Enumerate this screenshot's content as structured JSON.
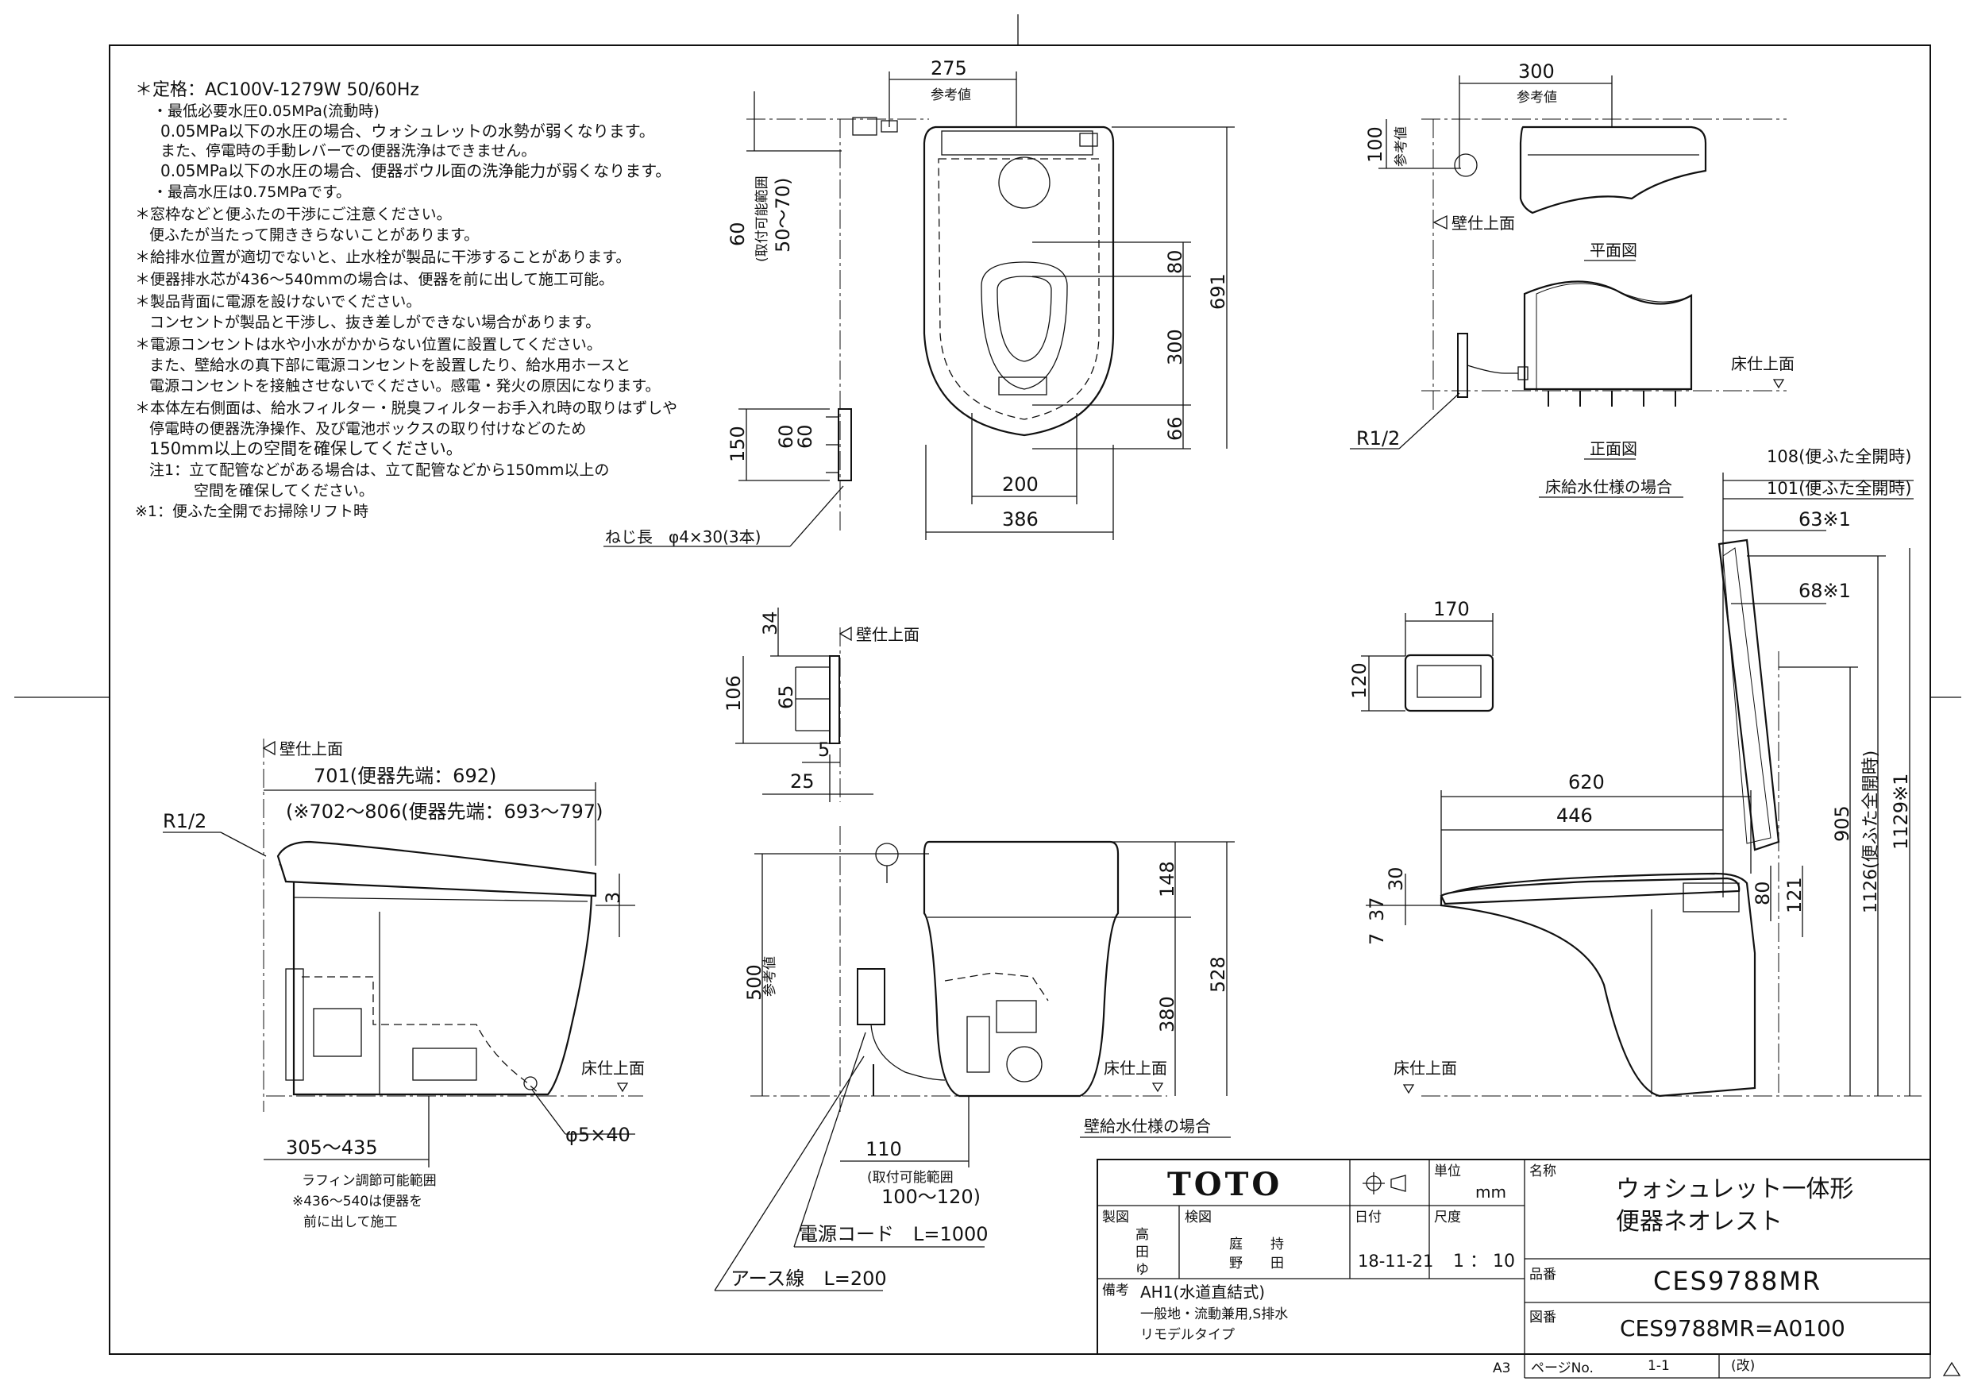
{
  "notes": [
    "＊定格：AC100V-1279W 50/60Hz",
    "・最低必要水圧0.05MPa(流動時)",
    "0.05MPa以下の水圧の場合、ウォシュレットの水勢が弱くなります。",
    "また、停電時の手動レバーでの便器洗浄はできません。",
    "0.05MPa以下の水圧の場合、便器ボウル面の洗浄能力が弱くなります。",
    "・最高水圧は0.75MPaです。",
    "＊窓枠などと便ふたの干渉にご注意ください。",
    "便ふたが当たって開ききらないことがあります。",
    "＊給排水位置が適切でないと、止水栓が製品に干渉することがあります。",
    "＊便器排水芯が436～540mmの場合は、便器を前に出して施工可能。",
    "＊製品背面に電源を設けないでください。",
    "コンセントが製品と干渉し、抜き差しができない場合があります。",
    "＊電源コンセントは水や小水がかからない位置に設置してください。",
    "また、壁給水の真下部に電源コンセントを設置したり、給水用ホースと",
    "電源コンセントを接触させないでください。感電・発火の原因になります。",
    "＊本体左右側面は、給水フィルター・脱臭フィルターお手入れ時の取りはずしや",
    "停電時の便器洗浄操作、及び電池ボックスの取り付けなどのため",
    "150mm以上の空間を確保してください。",
    "注1：立て配管などがある場合は、立て配管などから150mm以上の",
    "空間を確保してください。",
    "※1：便ふた全開でお掃除リフト時"
  ],
  "top_view": {
    "dims": [
      "275",
      "参考値",
      "60",
      "(取付可能範囲",
      "50～70)",
      "80",
      "300",
      "66",
      "691",
      "200",
      "386",
      "150",
      "60",
      "60"
    ],
    "screw_note": "ねじ長　φ4×30(3本)"
  },
  "floor_view": {
    "dims": [
      "300",
      "参考値",
      "100",
      "参考値"
    ],
    "wall_label": "壁仕上面",
    "plan_label": "平面図",
    "front_label": "正面図",
    "floor_label": "床仕上面",
    "pipe_label": "R1/2",
    "caption": "床給水仕様の場合"
  },
  "bracket_view": {
    "dims": [
      "34",
      "106",
      "65",
      "5",
      "25"
    ],
    "wall_label": "壁仕上面"
  },
  "side_view": {
    "wall_label": "壁仕上面",
    "dim_701": "701(便器先端：692)",
    "dim_702": "(※702～806(便器先端：693～797)",
    "pipe_label": "R1/2",
    "dim_3": "3",
    "floor_label": "床仕上面",
    "bolt_label": "φ5×40",
    "dim_305": "305～435",
    "range_note_1": "ラフィン調節可能範囲",
    "range_note_2": "※436～540は便器を",
    "range_note_3": "前に出して施工"
  },
  "front_view": {
    "dims": [
      "148",
      "500",
      "参考値",
      "380",
      "528",
      "110",
      "(取付可能範囲",
      "100～120)"
    ],
    "floor_label": "床仕上面",
    "caption": "壁給水仕様の場合",
    "cord_label": "電源コード　L=1000",
    "earth_label": "アース線　L=200"
  },
  "remote": {
    "dims": [
      "170",
      "120"
    ]
  },
  "right_view": {
    "dims": [
      "108(便ふた全開時)",
      "101(便ふた全開時)",
      "63※1",
      "68※1",
      "620",
      "446",
      "30",
      "37",
      "7",
      "80",
      "121",
      "905",
      "1126(便ふた全開時)",
      "1129※1"
    ],
    "floor_label": "床仕上面"
  },
  "title_block": {
    "brand": "TOTO",
    "unit_label": "単位",
    "unit": "mm",
    "name_label": "名称",
    "name_line1": "ウォシュレット一体形",
    "name_line2": "便器ネオレスト",
    "made_label": "製図",
    "made_1": "高",
    "made_2": "田",
    "made_3": "ゆ",
    "check_label": "検図",
    "check_1": "庭",
    "check_2": "持",
    "check_3": "野",
    "check_4": "田",
    "date_label": "日付",
    "date": "18-11-21",
    "scale_label": "尺度",
    "scale": "1 ： 10",
    "part_label": "品番",
    "part": "CES9788MR",
    "remark_label": "備考",
    "remark_1": "AH1(水道直結式)",
    "remark_2": "一般地・流動兼用,S排水",
    "remark_3": "リモデルタイプ",
    "drawing_label": "図番",
    "drawing_no": "CES9788MR=A0100",
    "sheet_size": "A3",
    "page_label": "ページNo.",
    "page": "1-1",
    "rev_label": "(改)"
  }
}
